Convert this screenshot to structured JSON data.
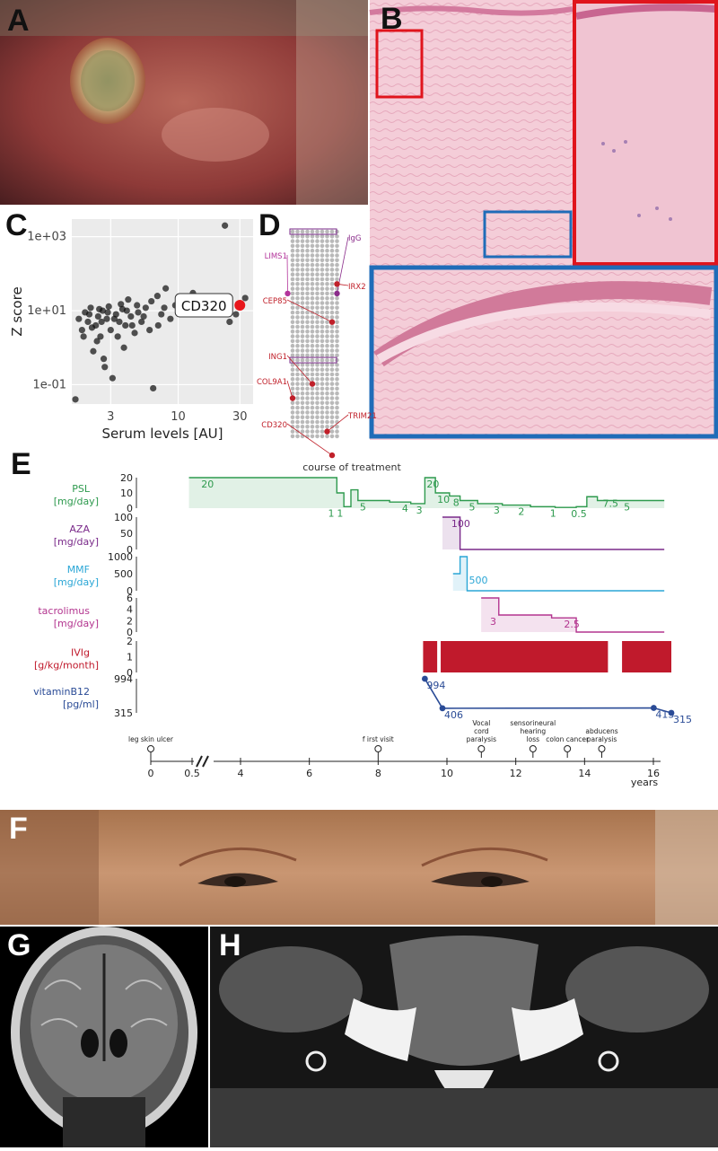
{
  "panels": {
    "a": {
      "label": "A"
    },
    "b": {
      "label": "B"
    },
    "c": {
      "label": "C"
    },
    "d": {
      "label": "D"
    },
    "e": {
      "label": "E"
    },
    "f": {
      "label": "F"
    },
    "g": {
      "label": "G"
    },
    "h": {
      "label": "H"
    }
  },
  "colors": {
    "psl": "#2e9a4e",
    "aza": "#7a2a8a",
    "mmf": "#2aa6d6",
    "tacrolimus": "#b3358f",
    "ivig": "#c01a2c",
    "b12": "#2a4b96",
    "highlight": "#e8161b",
    "box_red": "#e0141c",
    "box_blue": "#1f6cb8"
  },
  "chart_data": [
    {
      "type": "scatter",
      "panel": "C",
      "xlabel": "Serum levels [AU]",
      "ylabel": "Z score",
      "xscale": "log",
      "yscale": "log",
      "xlim": [
        1.5,
        38
      ],
      "ylim": [
        0.03,
        3000
      ],
      "xticks": [
        {
          "v": 3,
          "t": "3"
        },
        {
          "v": 10,
          "t": "10"
        },
        {
          "v": 30,
          "t": "30"
        }
      ],
      "yticks": [
        {
          "v": 1000,
          "t": "1e+03"
        },
        {
          "v": 10,
          "t": "1e+01"
        },
        {
          "v": 0.1,
          "t": "1e-01"
        }
      ],
      "grid": true,
      "highlight": {
        "label": "CD320",
        "x": 30,
        "y": 14
      },
      "points": [
        [
          1.8,
          3
        ],
        [
          1.9,
          9
        ],
        [
          2.0,
          5
        ],
        [
          2.1,
          12
        ],
        [
          2.2,
          0.8
        ],
        [
          2.3,
          4
        ],
        [
          2.4,
          7
        ],
        [
          2.5,
          2
        ],
        [
          2.6,
          10
        ],
        [
          2.7,
          0.3
        ],
        [
          2.8,
          6
        ],
        [
          2.9,
          13
        ],
        [
          3.0,
          3
        ],
        [
          3.1,
          0.15
        ],
        [
          3.3,
          8
        ],
        [
          3.5,
          5
        ],
        [
          3.7,
          11
        ],
        [
          3.9,
          4
        ],
        [
          4.1,
          20
        ],
        [
          4.3,
          7
        ],
        [
          4.6,
          2.5
        ],
        [
          4.9,
          9
        ],
        [
          5.2,
          5
        ],
        [
          5.6,
          12
        ],
        [
          6.0,
          3
        ],
        [
          6.4,
          0.08
        ],
        [
          6.9,
          25
        ],
        [
          7.4,
          8
        ],
        [
          8.0,
          40
        ],
        [
          8.7,
          6
        ],
        [
          9.5,
          14
        ],
        [
          10.5,
          18
        ],
        [
          11.5,
          9
        ],
        [
          13,
          30
        ],
        [
          15,
          12
        ],
        [
          17,
          22
        ],
        [
          19,
          10
        ],
        [
          21,
          16
        ],
        [
          23,
          2000
        ],
        [
          25,
          5
        ],
        [
          28,
          8
        ],
        [
          33,
          22
        ],
        [
          1.7,
          6
        ],
        [
          1.85,
          2
        ],
        [
          2.05,
          8
        ],
        [
          2.15,
          3.5
        ],
        [
          2.35,
          1.5
        ],
        [
          2.45,
          11
        ],
        [
          2.55,
          5
        ],
        [
          2.65,
          0.5
        ],
        [
          2.85,
          9
        ],
        [
          3.2,
          6
        ],
        [
          3.4,
          2
        ],
        [
          3.6,
          15
        ],
        [
          3.8,
          1
        ],
        [
          4.0,
          10
        ],
        [
          4.4,
          4
        ],
        [
          4.8,
          14
        ],
        [
          5.4,
          7
        ],
        [
          6.2,
          18
        ],
        [
          7.0,
          4
        ],
        [
          7.8,
          12
        ],
        [
          1.6,
          0.04
        ]
      ]
    },
    {
      "type": "line",
      "panel": "E",
      "title": "course of treatment",
      "xlabel": "years",
      "x_ticks": [
        {
          "v": 0,
          "t": "0"
        },
        {
          "v": 0.5,
          "t": "0.5"
        },
        {
          "v": 4,
          "t": "4"
        },
        {
          "v": 6,
          "t": "6"
        },
        {
          "v": 8,
          "t": "8"
        },
        {
          "v": 10,
          "t": "10"
        },
        {
          "v": 12,
          "t": "12"
        },
        {
          "v": 14,
          "t": "14"
        },
        {
          "v": 16,
          "t": "16"
        }
      ],
      "events": [
        {
          "x": 0,
          "label": "leg skin ulcer"
        },
        {
          "x": 8,
          "label": "f irst visit"
        },
        {
          "x": 11,
          "label": "Vocal cord paralysis"
        },
        {
          "x": 12.5,
          "label": "sensorineural hearing loss"
        },
        {
          "x": 13.5,
          "label": "colon cancer"
        },
        {
          "x": 14.5,
          "label": "abducens paralysis"
        }
      ],
      "series": [
        {
          "name": "PSL",
          "unit": "[mg/day]",
          "ticks": [
            "20",
            "10",
            "0"
          ],
          "ylim": [
            0,
            20
          ],
          "steps": [
            [
              2.3,
              20
            ],
            [
              6.2,
              20
            ],
            [
              6.5,
              10
            ],
            [
              6.7,
              1
            ],
            [
              6.9,
              12
            ],
            [
              7.1,
              5
            ],
            [
              8.0,
              4
            ],
            [
              8.6,
              3
            ],
            [
              9.0,
              20
            ],
            [
              9.3,
              10
            ],
            [
              9.7,
              8
            ],
            [
              10.0,
              5
            ],
            [
              10.5,
              3
            ],
            [
              11.2,
              2
            ],
            [
              12.0,
              1
            ],
            [
              12.7,
              0.5
            ],
            [
              13.3,
              1
            ],
            [
              13.6,
              7.5
            ],
            [
              13.9,
              5
            ],
            [
              15.8,
              5
            ]
          ],
          "labels": [
            {
              "x": 2.6,
              "v": 20,
              "t": "20"
            },
            {
              "x": 6.2,
              "v": 1,
              "t": "1"
            },
            {
              "x": 6.45,
              "v": 1,
              "t": "1"
            },
            {
              "x": 7.1,
              "v": 5,
              "t": "5"
            },
            {
              "x": 8.3,
              "v": 4,
              "t": "4"
            },
            {
              "x": 8.7,
              "v": 3,
              "t": "3"
            },
            {
              "x": 9.0,
              "v": 20,
              "t": "20"
            },
            {
              "x": 9.3,
              "v": 10,
              "t": "10"
            },
            {
              "x": 9.75,
              "v": 8,
              "t": "8"
            },
            {
              "x": 10.2,
              "v": 5,
              "t": "5"
            },
            {
              "x": 10.9,
              "v": 3,
              "t": "3"
            },
            {
              "x": 11.6,
              "v": 2,
              "t": "2"
            },
            {
              "x": 12.5,
              "v": 1,
              "t": "1"
            },
            {
              "x": 13.1,
              "v": 0.5,
              "t": "0.5"
            },
            {
              "x": 14.0,
              "v": 7.5,
              "t": "7.5"
            },
            {
              "x": 14.6,
              "v": 5,
              "t": "5"
            }
          ]
        },
        {
          "name": "AZA",
          "unit": "[mg/day]",
          "ticks": [
            "100",
            "50",
            "0"
          ],
          "ylim": [
            0,
            100
          ],
          "steps": [
            [
              9.5,
              100
            ],
            [
              10.0,
              0
            ],
            [
              15.8,
              0
            ]
          ],
          "labels": [
            {
              "x": 9.7,
              "v": 100,
              "t": "100"
            }
          ]
        },
        {
          "name": "MMF",
          "unit": "[mg/day]",
          "ticks": [
            "1000",
            "500",
            "0"
          ],
          "ylim": [
            0,
            1000
          ],
          "steps": [
            [
              9.8,
              500
            ],
            [
              10.0,
              1000
            ],
            [
              10.2,
              0
            ],
            [
              15.8,
              0
            ]
          ],
          "labels": [
            {
              "x": 10.2,
              "v": 500,
              "t": "500"
            }
          ]
        },
        {
          "name": "tacrolimus",
          "unit": "[mg/day]",
          "ticks": [
            "6",
            "4",
            "2",
            "0"
          ],
          "ylim": [
            0,
            6
          ],
          "steps": [
            [
              10.6,
              6
            ],
            [
              11.1,
              3
            ],
            [
              12.6,
              2.5
            ],
            [
              13.3,
              0
            ],
            [
              15.8,
              0
            ]
          ],
          "labels": [
            {
              "x": 10.8,
              "v": 3,
              "t": "3"
            },
            {
              "x": 12.9,
              "v": 2.5,
              "t": "2.5"
            }
          ]
        },
        {
          "name": "IVIg",
          "unit": "[g/kg/month]",
          "ticks": [
            "2",
            "1",
            "0"
          ],
          "ylim": [
            0,
            2
          ],
          "blocks": [
            [
              8.95,
              9.35,
              2
            ],
            [
              9.45,
              14.2,
              2
            ],
            [
              14.6,
              16.0,
              2
            ]
          ]
        },
        {
          "name": "vitaminB12",
          "unit": "[pg/ml]",
          "ticks": [
            "994",
            "315"
          ],
          "ylim": [
            315,
            994
          ],
          "points": [
            [
              9.0,
              994
            ],
            [
              9.5,
              406
            ],
            [
              15.5,
              413
            ],
            [
              16.0,
              315
            ]
          ],
          "labels": [
            {
              "x": 9.0,
              "v": 994,
              "t": "994"
            },
            {
              "x": 9.5,
              "v": 406,
              "t": "406"
            },
            {
              "x": 15.5,
              "v": 413,
              "t": "413"
            },
            {
              "x": 16.0,
              "v": 315,
              "t": "315"
            }
          ]
        }
      ]
    }
  ],
  "panel_d": {
    "dots": {
      "cols": 10,
      "rows": 44
    },
    "markers": [
      {
        "label": "IgG",
        "color": "#8a2b8a",
        "side": "right"
      },
      {
        "label": "LIMS1",
        "color": "#b3359b",
        "side": "left"
      },
      {
        "label": "IRX2",
        "color": "#c0202a",
        "side": "right"
      },
      {
        "label": "CEP85",
        "color": "#c0202a",
        "side": "left"
      },
      {
        "label": "ING1",
        "color": "#c0202a",
        "side": "left"
      },
      {
        "label": "COL9A1",
        "color": "#c0202a",
        "side": "left"
      },
      {
        "label": "TRIM21",
        "color": "#c0202a",
        "side": "right"
      },
      {
        "label": "CD320",
        "color": "#c0202a",
        "side": "left"
      }
    ]
  }
}
